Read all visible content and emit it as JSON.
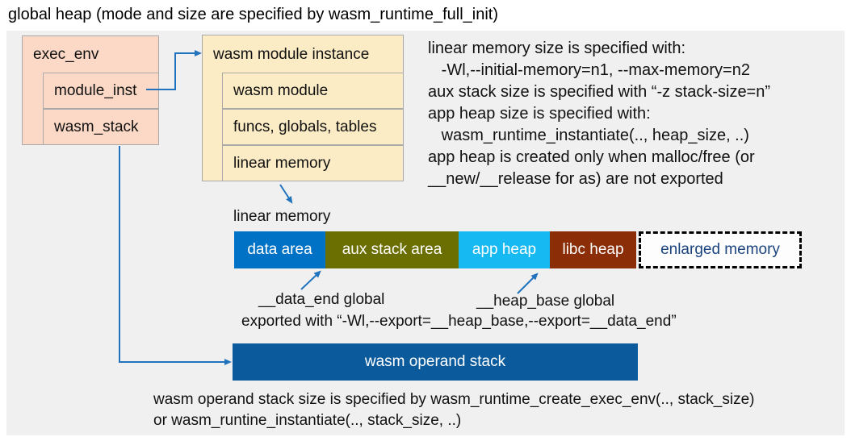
{
  "title": "global heap (mode and size are specified by wasm_runtime_full_init)",
  "exec_env": {
    "title": "exec_env",
    "rows": [
      "module_inst",
      "wasm_stack"
    ]
  },
  "module_instance": {
    "title": "wasm module instance",
    "rows": [
      "wasm module",
      "funcs, globals, tables",
      "linear memory"
    ]
  },
  "notes": {
    "lines": [
      "linear memory size is specified with:",
      "   -Wl,--initial-memory=n1, --max-memory=n2",
      "aux stack size is specified with “-z stack-size=n”",
      "app heap size is specified with:",
      "   wasm_runtime_instantiate(.., heap_size, ..)",
      "app heap is created only when malloc/free (or",
      "__new/__release for as) are not exported"
    ]
  },
  "linear_memory": {
    "label": "linear memory",
    "segments": [
      {
        "label": "data area",
        "color": "#0072c5",
        "text_color": "#ffffff"
      },
      {
        "label": "aux stack area",
        "color": "#6b6e00",
        "text_color": "#ffffff"
      },
      {
        "label": "app heap",
        "color": "#16b9f2",
        "text_color": "#ffffff"
      },
      {
        "label": "libc heap",
        "color": "#8b2d06",
        "text_color": "#ffffff"
      },
      {
        "label": "enlarged memory",
        "color": "#fdfdfe",
        "text_color": "#1a437e"
      }
    ],
    "data_end_label": "__data_end global",
    "heap_base_label": "__heap_base global",
    "export_note": "exported with “-Wl,--export=__heap_base,--export=__data_end”"
  },
  "operand_stack": {
    "label": "wasm operand stack",
    "notes": [
      "wasm operand stack size is specified by wasm_runtime_create_exec_env(.., stack_size)",
      "or wasm_runtine_instantiate(.., stack_size, ..)"
    ]
  },
  "colors": {
    "panel_bg": "#f0f0f1",
    "struct_box_fill": "#fbd9c6",
    "instance_box_fill": "#fcecc5",
    "box_border": "#a9a9a9",
    "arrow": "#2173bd",
    "operand_stack_fill": "#0b5a9b"
  }
}
